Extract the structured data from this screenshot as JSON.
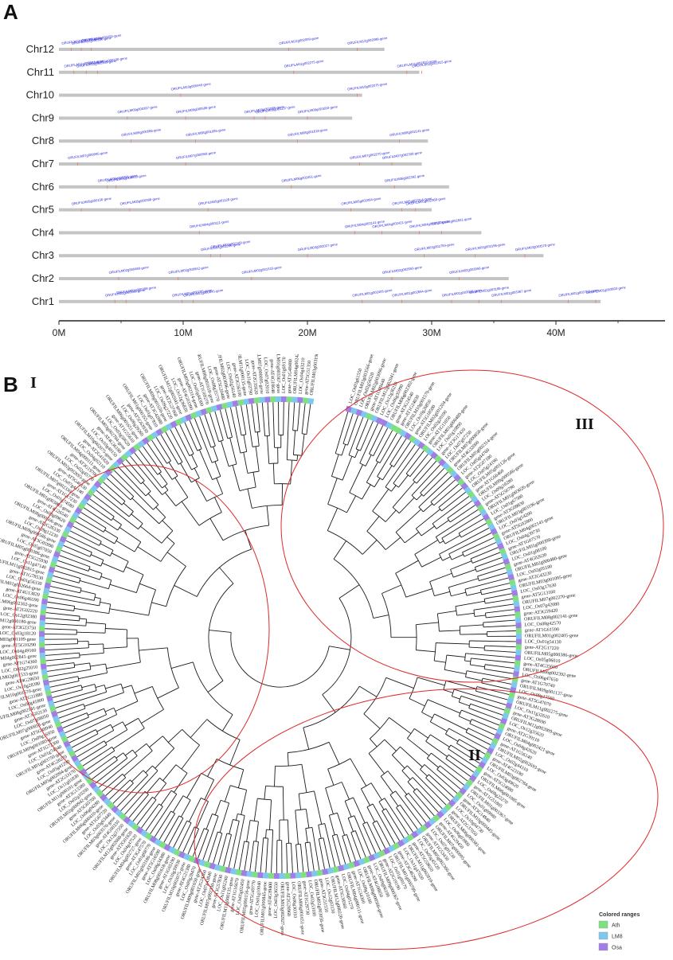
{
  "panel_a": {
    "label": "A",
    "chromosomes": [
      {
        "name": "Chr12",
        "length_mb": 26.2
      },
      {
        "name": "Chr11",
        "length_mb": 29.0
      },
      {
        "name": "Chr10",
        "length_mb": 24.4
      },
      {
        "name": "Chr9",
        "length_mb": 23.6
      },
      {
        "name": "Chr8",
        "length_mb": 29.7
      },
      {
        "name": "Chr7",
        "length_mb": 29.2
      },
      {
        "name": "Chr6",
        "length_mb": 31.4
      },
      {
        "name": "Chr5",
        "length_mb": 30.0
      },
      {
        "name": "Chr4",
        "length_mb": 34.0
      },
      {
        "name": "Chr3",
        "length_mb": 39.0
      },
      {
        "name": "Chr2",
        "length_mb": 36.2
      },
      {
        "name": "Chr1",
        "length_mb": 43.6
      }
    ],
    "axis": {
      "ticks": [
        "0M",
        "10M",
        "20M",
        "30M",
        "40M"
      ],
      "tick_values_mb": [
        0,
        10,
        20,
        30,
        40
      ],
      "max_mb": 49
    },
    "gene_labels": [
      {
        "chr": "Chr12",
        "pos_mb": 1.0,
        "text": "ORUFILM12g000180-gene"
      },
      {
        "chr": "Chr12",
        "pos_mb": 1.8,
        "text": "ORUFILM12g000220-gene"
      },
      {
        "chr": "Chr12",
        "pos_mb": 2.6,
        "text": "ORUFILM12g000250-gene"
      },
      {
        "chr": "Chr12",
        "pos_mb": 18.5,
        "text": "ORUFILM12g002009-gene"
      },
      {
        "chr": "Chr12",
        "pos_mb": 24.0,
        "text": "ORUFILM12g002088-gene"
      },
      {
        "chr": "Chr11",
        "pos_mb": 1.2,
        "text": "ORUFILM11g000101-gene"
      },
      {
        "chr": "Chr11",
        "pos_mb": 2.2,
        "text": "ORUFILM11g000135-gene"
      },
      {
        "chr": "Chr11",
        "pos_mb": 3.1,
        "text": "ORUFILM11g000190-gene"
      },
      {
        "chr": "Chr11",
        "pos_mb": 18.9,
        "text": "ORUFILM11g002275-gene"
      },
      {
        "chr": "Chr11",
        "pos_mb": 28.0,
        "text": "ORUFILM11g002810-gene"
      },
      {
        "chr": "Chr11",
        "pos_mb": 29.2,
        "text": "ORUFILM11g002815-gene"
      },
      {
        "chr": "Chr10",
        "pos_mb": 9.8,
        "text": "ORUFILM10g000445-gene"
      },
      {
        "chr": "Chr10",
        "pos_mb": 24.0,
        "text": "ORUFILM10g002075-gene"
      },
      {
        "chr": "Chr9",
        "pos_mb": 5.5,
        "text": "ORUFILM09g000367-gene"
      },
      {
        "chr": "Chr9",
        "pos_mb": 10.2,
        "text": "ORUFILM09g000586-gene"
      },
      {
        "chr": "Chr9",
        "pos_mb": 15.7,
        "text": "ORUFILM09g001085-gene"
      },
      {
        "chr": "Chr9",
        "pos_mb": 16.6,
        "text": "ORUFILM09g001137-gene"
      },
      {
        "chr": "Chr9",
        "pos_mb": 20.0,
        "text": "ORUFILM09g001650-gene"
      },
      {
        "chr": "Chr8",
        "pos_mb": 5.8,
        "text": "ORUFILM08g000566-gene"
      },
      {
        "chr": "Chr8",
        "pos_mb": 11.0,
        "text": "ORUFILM08g001085-gene"
      },
      {
        "chr": "Chr8",
        "pos_mb": 19.2,
        "text": "ORUFILM08g001618-gene"
      },
      {
        "chr": "Chr8",
        "pos_mb": 27.4,
        "text": "ORUFILM08g002141-gene"
      },
      {
        "chr": "Chr7",
        "pos_mb": 1.5,
        "text": "ORUFILM07g000095-gene"
      },
      {
        "chr": "Chr7",
        "pos_mb": 10.2,
        "text": "ORUFILM07g000858-gene"
      },
      {
        "chr": "Chr7",
        "pos_mb": 24.2,
        "text": "ORUFILM07g002270-gene"
      },
      {
        "chr": "Chr7",
        "pos_mb": 26.8,
        "text": "ORUFILM07g002330-gene"
      },
      {
        "chr": "Chr6",
        "pos_mb": 3.9,
        "text": "ORUFILM06g000381-gene"
      },
      {
        "chr": "Chr6",
        "pos_mb": 4.6,
        "text": "ORUFILM06g000410-gene"
      },
      {
        "chr": "Chr6",
        "pos_mb": 18.7,
        "text": "ORUFILM06g001651-gene"
      },
      {
        "chr": "Chr6",
        "pos_mb": 27.0,
        "text": "ORUFILM06g002392-gene"
      },
      {
        "chr": "Chr5",
        "pos_mb": 1.8,
        "text": "ORUFILM05g000156-gene"
      },
      {
        "chr": "Chr5",
        "pos_mb": 5.7,
        "text": "ORUFILM05g000386-gene"
      },
      {
        "chr": "Chr5",
        "pos_mb": 12.0,
        "text": "ORUFILM05g001126-gene"
      },
      {
        "chr": "Chr5",
        "pos_mb": 23.5,
        "text": "ORUFILM05g002094-gene"
      },
      {
        "chr": "Chr5",
        "pos_mb": 27.6,
        "text": "ORUFILM05g002314-gene"
      },
      {
        "chr": "Chr5",
        "pos_mb": 28.7,
        "text": "ORUFILM05g002366-gene"
      },
      {
        "chr": "Chr4",
        "pos_mb": 11.3,
        "text": "ORUFILM04g000111-gene"
      },
      {
        "chr": "Chr4",
        "pos_mb": 23.8,
        "text": "ORUFILM04g002141-gene"
      },
      {
        "chr": "Chr4",
        "pos_mb": 26.0,
        "text": "ORUFILM04g002421-gene"
      },
      {
        "chr": "Chr4",
        "pos_mb": 29.0,
        "text": "ORUFILM04g002727-gene"
      },
      {
        "chr": "Chr4",
        "pos_mb": 30.8,
        "text": "ORUFILM04g002841-gene"
      },
      {
        "chr": "Chr3",
        "pos_mb": 12.2,
        "text": "ORUFILM03g001095-gene"
      },
      {
        "chr": "Chr3",
        "pos_mb": 13.0,
        "text": "ORUFILM03g001109-gene"
      },
      {
        "chr": "Chr3",
        "pos_mb": 20.0,
        "text": "ORUFILM03g002027-gene"
      },
      {
        "chr": "Chr3",
        "pos_mb": 29.4,
        "text": "ORUFILM03g002784-gene"
      },
      {
        "chr": "Chr3",
        "pos_mb": 33.5,
        "text": "ORUFILM03g003196-gene"
      },
      {
        "chr": "Chr3",
        "pos_mb": 37.5,
        "text": "ORUFILM03g003570-gene"
      },
      {
        "chr": "Chr2",
        "pos_mb": 4.8,
        "text": "ORUFILM02g000480-gene"
      },
      {
        "chr": "Chr2",
        "pos_mb": 9.6,
        "text": "ORUFILM02g000942-gene"
      },
      {
        "chr": "Chr2",
        "pos_mb": 15.5,
        "text": "ORUFILM02g001533-gene"
      },
      {
        "chr": "Chr2",
        "pos_mb": 26.8,
        "text": "ORUFILM02g002693-gene"
      },
      {
        "chr": "Chr2",
        "pos_mb": 32.2,
        "text": "ORUFILM02g003056-gene"
      },
      {
        "chr": "Chr1",
        "pos_mb": 4.5,
        "text": "ORUFILM01g000355-gene"
      },
      {
        "chr": "Chr1",
        "pos_mb": 5.4,
        "text": "ORUFILM01g000398-gene"
      },
      {
        "chr": "Chr1",
        "pos_mb": 9.9,
        "text": "ORUFILM01g000789-gene"
      },
      {
        "chr": "Chr1",
        "pos_mb": 10.8,
        "text": "ORUFILM01g000845-gene"
      },
      {
        "chr": "Chr1",
        "pos_mb": 24.4,
        "text": "ORUFILM01g002405-gene"
      },
      {
        "chr": "Chr1",
        "pos_mb": 27.6,
        "text": "ORUFILM01g002664-gene"
      },
      {
        "chr": "Chr1",
        "pos_mb": 31.6,
        "text": "ORUFILM01g003026-gene"
      },
      {
        "chr": "Chr1",
        "pos_mb": 33.8,
        "text": "ORUFILM01g003186-gene"
      },
      {
        "chr": "Chr1",
        "pos_mb": 35.6,
        "text": "ORUFILM01g003367-gene"
      },
      {
        "chr": "Chr1",
        "pos_mb": 41.0,
        "text": "ORUFILM01g003750-gene"
      },
      {
        "chr": "Chr1",
        "pos_mb": 43.2,
        "text": "ORUFILM01g003803-gene"
      }
    ]
  },
  "panel_b": {
    "label": "B",
    "clades": [
      {
        "label": "I"
      },
      {
        "label": "II"
      },
      {
        "label": "III"
      }
    ],
    "legend": {
      "title": "Colored ranges",
      "items": [
        {
          "label": "Ath",
          "color": "#7fe07f"
        },
        {
          "label": "LM8",
          "color": "#7ec8f0"
        },
        {
          "label": "Osa",
          "color": "#a07ee6"
        }
      ]
    },
    "leaves": [
      "LOC_Os03g61550",
      "ORUFILM03g003566-gene",
      "LOC_Os02g56520",
      "ORUFILM02g003096-gene",
      "gene-AT1G09440",
      "ORUFILM12g002041-gene",
      "LOC_Os12g36210",
      "LOC_Os06g35990",
      "ORUFILM06g002302-gene",
      "gene-AT3G24540",
      "gene-AT1G24030",
      "ORUFILM10g001570-gene",
      "LOC_Os10g26850",
      "gene-AT5G18500",
      "ORUFILM02g001204-gene",
      "LOC_Os02g20190",
      "gene-AT1G11050",
      "ORUFILM01g000489-gene",
      "LOC_Os01g10890",
      "gene-AT3G17420",
      "LOC_Os07g07250",
      "ORUFILM07g000858-gene",
      "gene-AT4G32000",
      "ORUFILM05g002314-gene",
      "LOC_Os05g44760",
      "gene-AT2G07180",
      "LOC_Os05g24190",
      "ORUFILM05g001126-gene",
      "gene-AT1G66460",
      "ORUFILM09g000586-gene",
      "LOC_Os09g10280",
      "gene-AT5G56790",
      "ORUFILM01g003026-gene",
      "LOC_Os01g67580",
      "gene-AT3G09830",
      "ORUFILM03g003196-gene",
      "LOC_Os03g54200",
      "gene-AT5G02800",
      "ORUFILM04g002141-gene",
      "LOC_Os04g39730",
      "gene-AT1G07570",
      "ORUFILM01g000398-gene",
      "LOC_Os01g08100",
      "gene-AT4G02630",
      "ORUFILM02g000480-gene",
      "LOC_Os02g05180",
      "gene-AT2G43230",
      "ORUFILM03g001095-gene",
      "LOC_Os03g17630",
      "gene-AT5G13160",
      "ORUFILM07g002270-gene",
      "LOC_Os07g42080",
      "gene-AT3G59420",
      "ORUFILM08g002141-gene",
      "LOC_Os08g42570",
      "gene-AT1G61590",
      "ORUFILM01g002405-gene",
      "LOC_Os01g54130",
      "gene-AT2G17220",
      "ORUFILM05g000386-gene",
      "LOC_Os05g06010",
      "gene-AT4G35600",
      "ORUFILM06g002392-gene",
      "LOC_Os06g47650",
      "gene-AT1G70740",
      "ORUFILM09g001137-gene",
      "LOC_Os09g17560",
      "gene-AT5G47070",
      "ORUFILM11g002275-gene",
      "LOC_Os11g32610",
      "gene-AT3G28690",
      "ORUFILM12g002009-gene",
      "LOC_Os12g35620",
      "gene-AT2G39110",
      "ORUFILM04g002421-gene",
      "LOC_Os04g42620",
      "gene-AT1G56140",
      "ORUFILM02g002693-gene",
      "LOC_Os02g44310",
      "gene-AT4G23180",
      "ORUFILM03g002784-gene",
      "LOC_Os03g49620",
      "gene-AT5G24080",
      "ORUFILM08g001085-gene",
      "LOC_Os08g22270",
      "gene-AT1G51805",
      "ORUFILM01g003367-gene",
      "LOC_Os01g69080",
      "gene-AT3G14840",
      "ORUFILM10g000445-gene",
      "LOC_Os10g04730",
      "gene-AT2G37050",
      "ORUFILM06g000381-gene",
      "LOC_Os06g03900",
      "gene-AT4G29450",
      "ORUFILM07g000095-gene",
      "LOC_Os07g01230",
      "gene-AT1G53430",
      "ORUFILM05g002366-gene",
      "LOC_Os05g45120",
      "gene-AT5G59650",
      "ORUFILM11g002810-gene",
      "LOC_Os11g47020",
      "gene-AT3G46290",
      "ORUFILM01g000789-gene",
      "LOC_Os01g09170",
      "gene-AT2G19190",
      "ORUFILM09g000367-gene",
      "LOC_Os09g06190",
      "gene-AT4G08850",
      "ORUFILM08g000566-gene",
      "LOC_Os08g10180",
      "gene-AT1G34300",
      "ORUFILM04g000111-gene",
      "LOC_Os04g01270",
      "gene-AT5G38560",
      "ORUFILM12g000220-gene",
      "LOC_Os12g03150",
      "gene-AT3G51550",
      "ORUFILM02g003056-gene",
      "LOC_Os02g53180",
      "gene-AT1G29730",
      "ORUFILM06g001651-gene",
      "LOC_Os06g30310",
      "gene-AT2G28960",
      "ORUFILM03g002027-gene",
      "LOC_Os03g36550",
      "gene-AT4G39400",
      "ORUFILM01g000845-gene",
      "LOC_Os01g10040",
      "gene-AT5G49770",
      "ORUFILM05g000156-gene",
      "LOC_Os05g02450",
      "gene-AT1G16670",
      "ORUFILM11g000135-gene",
      "LOC_Os11g02240",
      "gene-AT3G57830",
      "ORUFILM07g002330-gene",
      "LOC_Os07g43840",
      "gene-AT2G24360",
      "ORUFILM09g001650-gene",
      "LOC_Os09g28470",
      "gene-AT4G21380",
      "ORUFILM10g002075-gene",
      "LOC_Os10g39930",
      "gene-AT1G65190",
      "ORUFILM08g001618-gene",
      "LOC_Os08g34380",
      "gene-AT5G16590",
      "ORUFILM01g003186-gene",
      "LOC_Os01g68770",
      "gene-AT3G47570",
      "ORUFILM04g002727-gene",
      "LOC_Os04g47520",
      "gene-AT2G01820",
      "ORUFILM12g002088-gene",
      "LOC_Os12g37350",
      "gene-AT4G00330",
      "ORUFILM03g003570-gene",
      "LOC_Os03g63440",
      "gene-AT1G67720",
      "ORUFILM06g000410-gene",
      "LOC_Os06g04280",
      "gene-AT5G65700",
      "ORUFILM02g000942-gene",
      "LOC_Os02g10200",
      "gene-AT3G13380",
      "ORUFILM11g000101-gene",
      "LOC_Os11g01830",
      "gene-AT2G33170",
      "ORUFILM05g002094-gene",
      "LOC_Os05g41290",
      "gene-AT4G20270",
      "ORUFILM01g003750-gene",
      "LOC_Os01g74040",
      "gene-AT1G72300",
      "ORUFILM09g001085-gene",
      "LOC_Os09g16950",
      "gene-AT5G48940",
      "ORUFILM07g000858-gene",
      "LOC_Os07g08050",
      "gene-AT3G02130",
      "ORUFILM08g002141-gene",
      "LOC_Os08g41800",
      "gene-AT2G31880",
      "ORUFILM10g001570-gene",
      "LOC_Os10g28380",
      "gene-AT4G28650",
      "ORUFILM02g001533-gene",
      "LOC_Os02g25010",
      "gene-AT1G74360",
      "ORUFILM04g002841-gene",
      "LOC_Os04g49160",
      "gene-AT5G10290",
      "ORUFILM03g001109-gene",
      "LOC_Os03g18120",
      "gene-AT3G23750",
      "ORUFILM12g000180-gene",
      "LOC_Os12g02380",
      "gene-AT2G02220",
      "ORUFILM06g002302-gene",
      "LOC_Os06g46590",
      "gene-AT4G13820",
      "ORUFILM01g002664-gene",
      "LOC_Os01g56330",
      "gene-AT1G78530",
      "ORUFILM11g002815-gene",
      "LOC_Os11g47140",
      "gene-AT5G25930",
      "ORUFILM05g000386-gene",
      "LOC_Os05g07050",
      "gene-AT3G05990",
      "ORUFILM09g000586-gene",
      "LOC_Os09g12230",
      "gene-AT2G26330",
      "ORUFILM08g000566-gene",
      "LOC_Os08g09620",
      "gene-AT4G26540",
      "ORUFILM01g003803-gene",
      "LOC_Os01g74580",
      "gene-AT1G17230",
      "ORUFILM07g002330-gene",
      "LOC_Os07g41140",
      "gene-AT5G46330",
      "ORUFILM02g002693-gene",
      "LOC_Os02g45770",
      "gene-AT3G19700",
      "ORUFILM04g000111-gene",
      "LOC_Os04g02110",
      "gene-AT2G41820",
      "ORUFILM10g002075-gene",
      "LOC_Os10g40150",
      "gene-AT4G36180",
      "ORUFILM03g002784-gene",
      "LOC_Os03g50620",
      "gene-AT1G55610",
      "ORUFILM06g001651-gene",
      "LOC_Os06g29260",
      "gene-AT5G63930",
      "ORUFILM01g000355-gene",
      "LOC_Os01g07810",
      "gene-AT3G42880",
      "ORUFILM09g001650-gene",
      "LOC_Os09g27220",
      "gene-AT2G27060",
      "ORUFILM12g002041-gene",
      "LOC_Os12g36820",
      "gene-AT4G03390",
      "ORUFILM05g002314-gene",
      "LOC_Os05g44300",
      "gene-AT1G69270",
      "ORUFILM08g001618-gene",
      "LOC_Os08g35770",
      "gene-AT5G20480",
      "ORUFILM02g003096-gene",
      "LOC_Os02g56140",
      "gene-AT3G56100",
      "ORUFILM11g000135-gene",
      "LOC_Os11g02790",
      "gene-AT2G35620",
      "ORUFILM07g000095-gene",
      "LOC_Os07g02010",
      "gene-AT4G18640",
      "ORUFILM01g003367-gene",
      "LOC_Os01g69170",
      "gene-AT1G48480",
      "ORUFILM04g002421-gene",
      "LOC_Os04g43210",
      "gene-AT5G51350",
      "ORUFILM03g003196-gene"
    ]
  }
}
